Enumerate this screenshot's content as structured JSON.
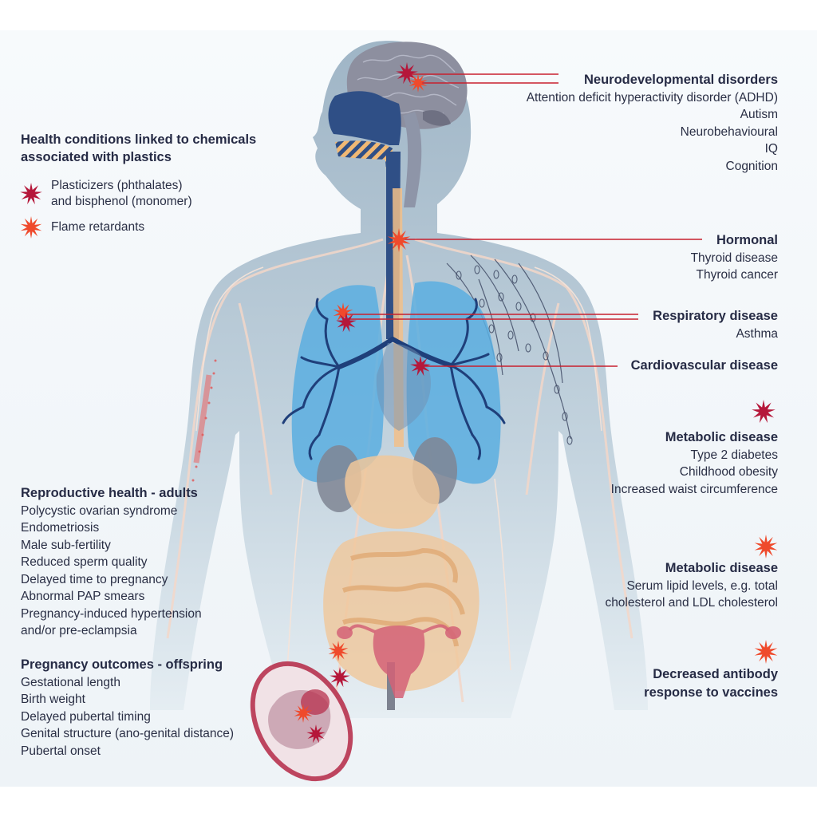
{
  "legend": {
    "title_line1": "Health conditions linked to chemicals",
    "title_line2": "associated with plastics",
    "items": [
      {
        "line1": "Plasticizers (phthalates)",
        "line2": "and bisphenol (monomer)",
        "color": "#b5173a"
      },
      {
        "line1": "Flame retardants",
        "line2": "",
        "color": "#ef4a2c"
      }
    ]
  },
  "conditions": {
    "neuro": {
      "title": "Neurodevelopmental disorders",
      "items": [
        "Attention deficit hyperactivity disorder (ADHD)",
        "Autism",
        "Neurobehavioural",
        "IQ",
        "Cognition"
      ]
    },
    "hormonal": {
      "title": "Hormonal",
      "items": [
        "Thyroid disease",
        "Thyroid cancer"
      ]
    },
    "respiratory": {
      "title": "Respiratory disease",
      "items": [
        "Asthma"
      ]
    },
    "cardio": {
      "title": "Cardiovascular disease"
    },
    "metabolic1": {
      "title": "Metabolic disease",
      "items": [
        "Type 2 diabetes",
        "Childhood obesity",
        "Increased waist circumference"
      ]
    },
    "metabolic2": {
      "title": "Metabolic disease",
      "items": [
        "Serum lipid levels, e.g. total",
        "cholesterol and LDL cholesterol"
      ]
    },
    "antibody": {
      "title_line1": "Decreased antibody",
      "title_line2": "response to vaccines"
    },
    "repro": {
      "title": "Reproductive health - adults",
      "items": [
        "Polycystic ovarian syndrome",
        "Endometriosis",
        "Male sub-fertility",
        "Reduced sperm quality",
        "Delayed time to pregnancy",
        "Abnormal PAP smears",
        "Pregnancy-induced hypertension",
        "and/or pre-eclampsia"
      ]
    },
    "pregnancy": {
      "title": "Pregnancy outcomes - offspring",
      "items": [
        "Gestational length",
        "Birth weight",
        "Delayed pubertal timing",
        "Genital structure (ano-genital distance)",
        "Pubertal onset"
      ]
    }
  },
  "colors": {
    "plasticizer": "#b5173a",
    "flame": "#ef4a2c",
    "line": "#c8202e",
    "body": "#a9bccb",
    "lung": "#5aaee0",
    "organs": "#f0c79a"
  }
}
